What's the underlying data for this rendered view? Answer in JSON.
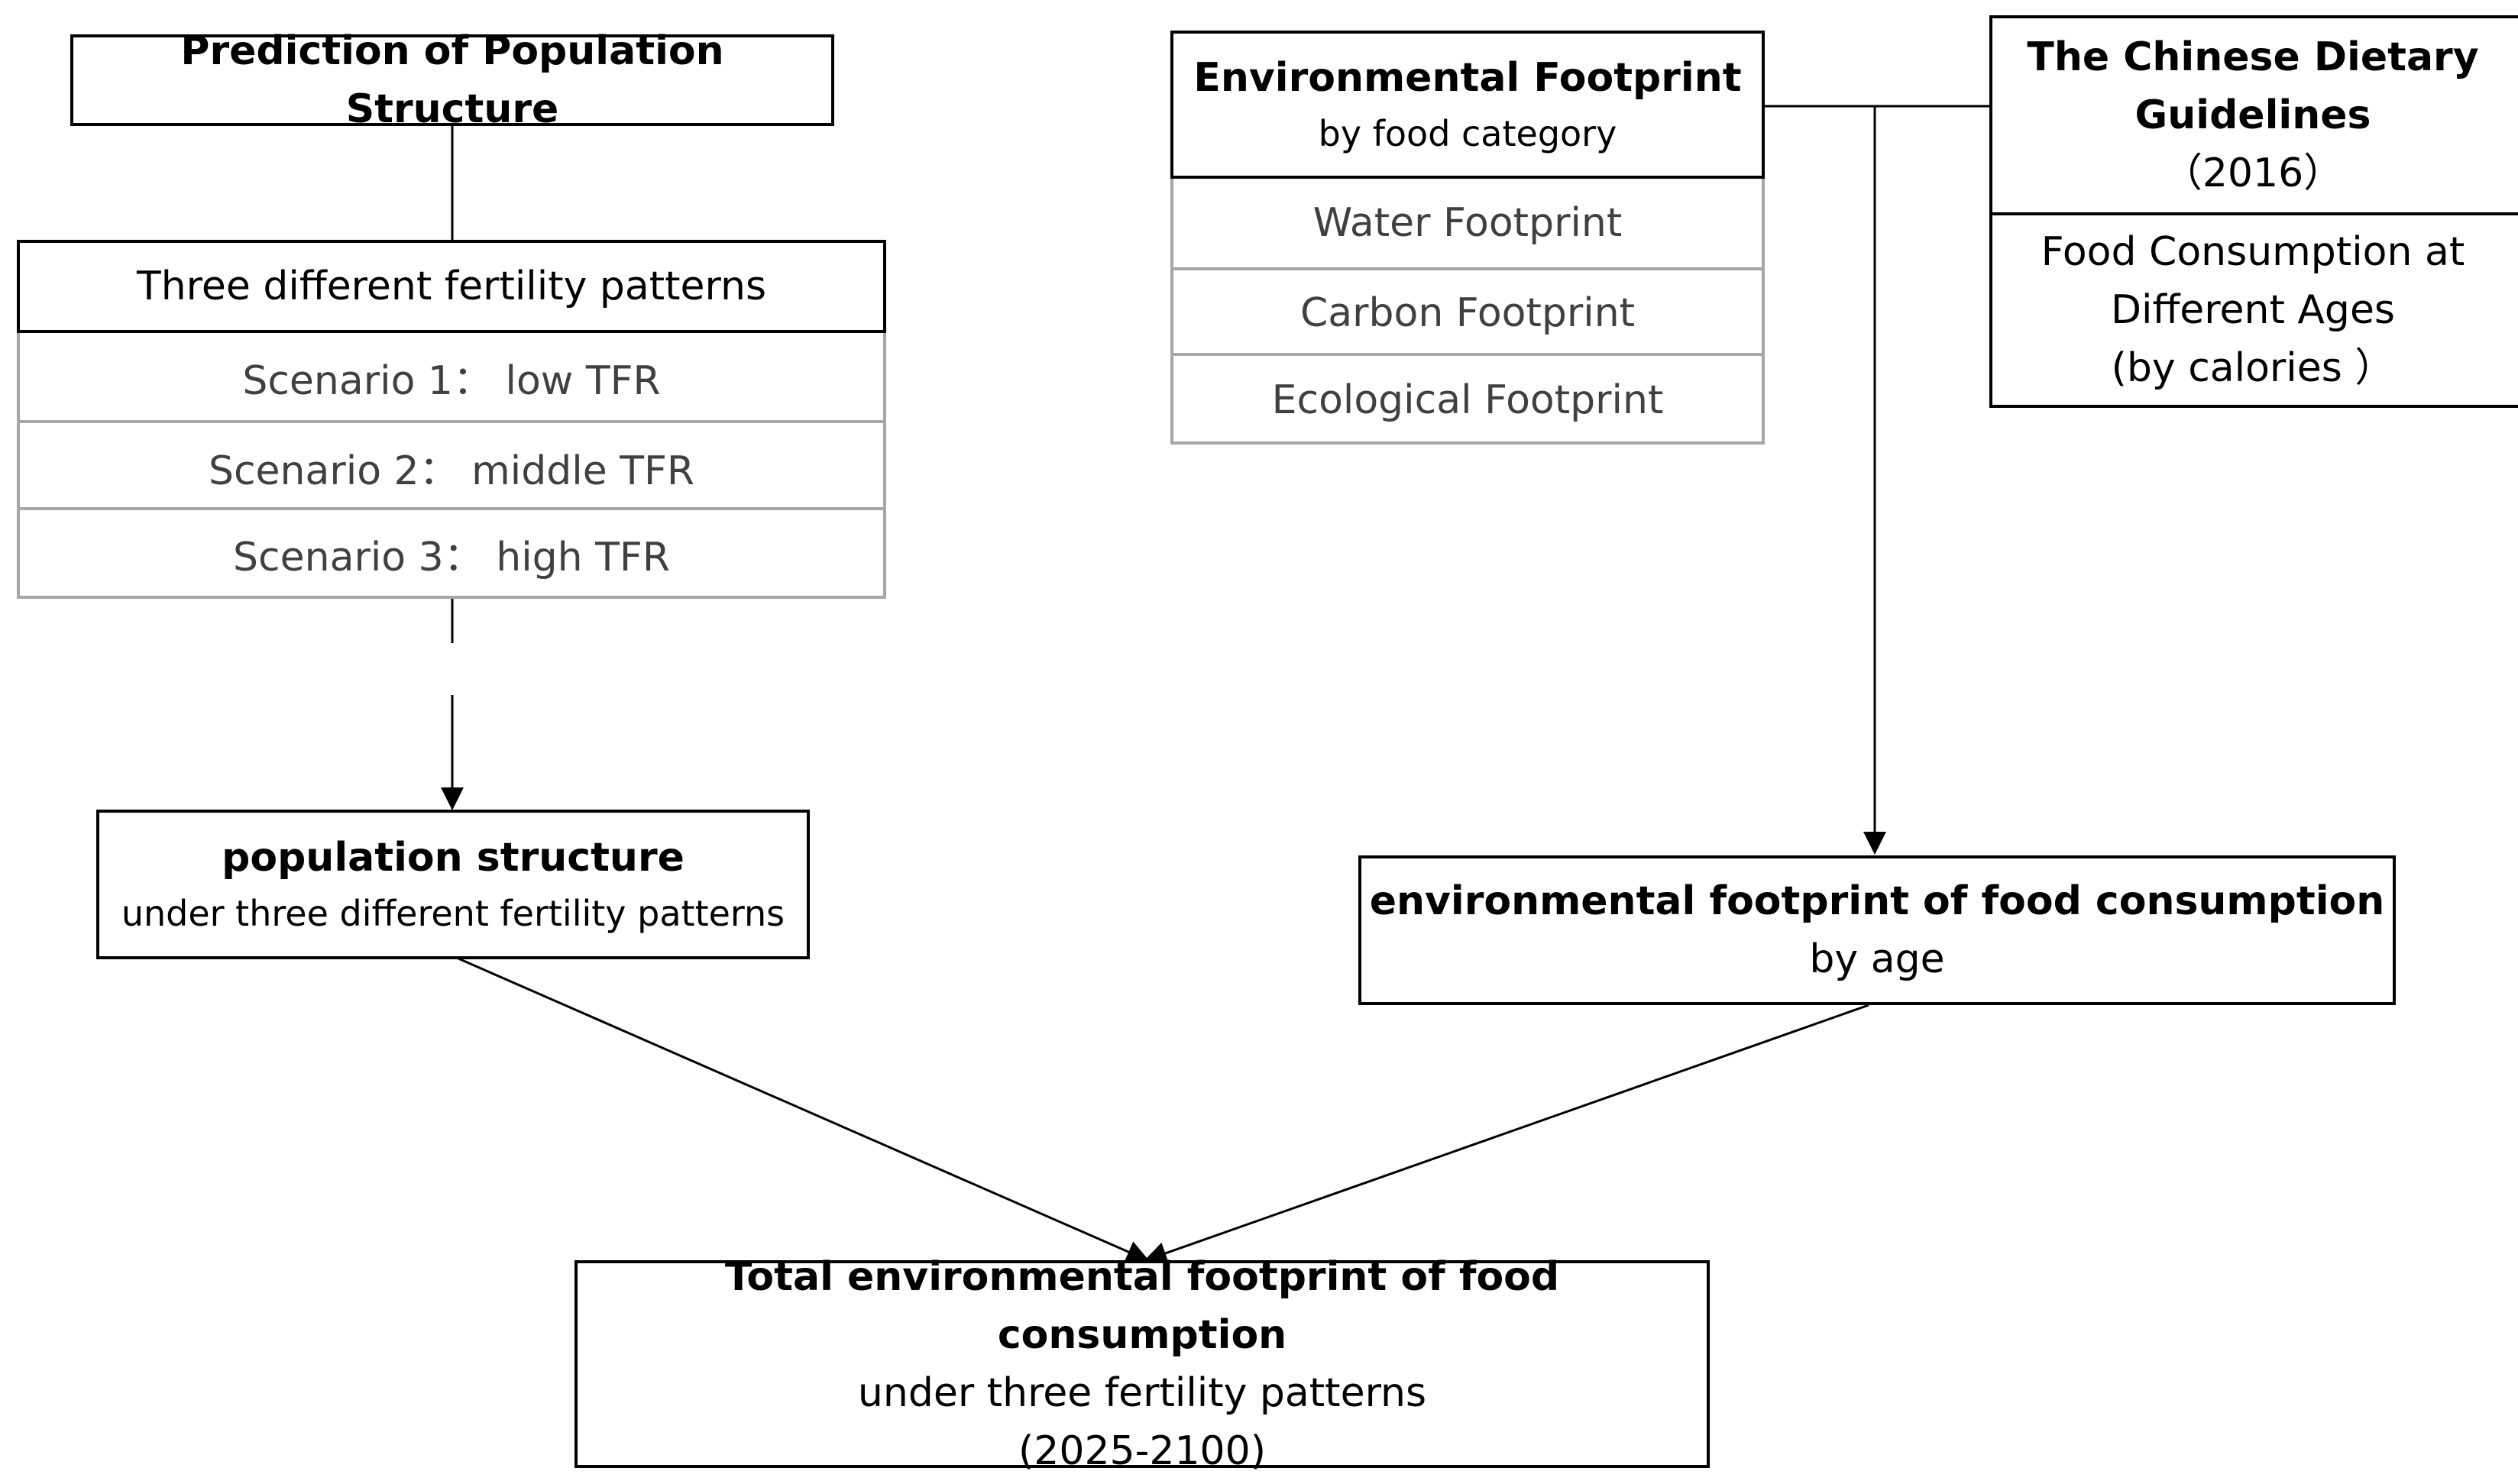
{
  "population_prediction": {
    "title": "Prediction of Population Structure"
  },
  "fertility": {
    "header": "Three different  fertility patterns",
    "scenarios": [
      "Scenario 1： low TFR",
      "Scenario 2： middle TFR",
      "Scenario 3： high TFR"
    ]
  },
  "population_structure": {
    "title": "population structure",
    "subtitle": "under three different fertility patterns"
  },
  "env_footprint": {
    "title": "Environmental Footprint",
    "subtitle": "by food category",
    "items": [
      "Water Footprint",
      "Carbon Footprint",
      "Ecological Footprint"
    ]
  },
  "dietary": {
    "title_line1": "The Chinese Dietary",
    "title_line2": "Guidelines",
    "year": "（2016）",
    "body_line1": "Food Consumption at",
    "body_line2": "Different Ages",
    "body_line3": "(by calories ）"
  },
  "env_by_age": {
    "title": "environmental footprint of food consumption",
    "subtitle": "by age"
  },
  "total": {
    "title": "Total environmental footprint of food consumption",
    "subtitle": "under three fertility patterns",
    "period": "(2025-2100)"
  }
}
